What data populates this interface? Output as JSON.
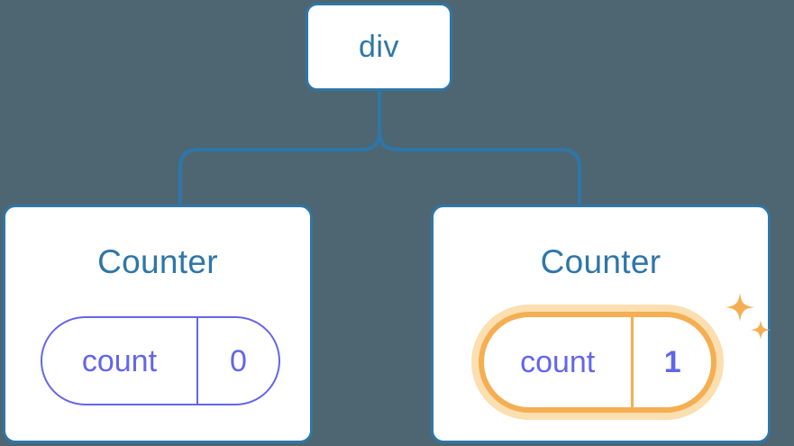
{
  "diagram": {
    "type": "component-tree",
    "background_color": "#4d6671",
    "accent_blue": "#2e76a8",
    "accent_indigo": "#6366e8",
    "accent_orange": "#f5ae52",
    "accent_orange_glow": "#fbdfb0"
  },
  "root": {
    "label": "div"
  },
  "children": [
    {
      "title": "Counter",
      "state": {
        "key": "count",
        "value": "0",
        "highlighted": false
      },
      "sparkles": false
    },
    {
      "title": "Counter",
      "state": {
        "key": "count",
        "value": "1",
        "highlighted": true
      },
      "sparkles": true
    }
  ]
}
